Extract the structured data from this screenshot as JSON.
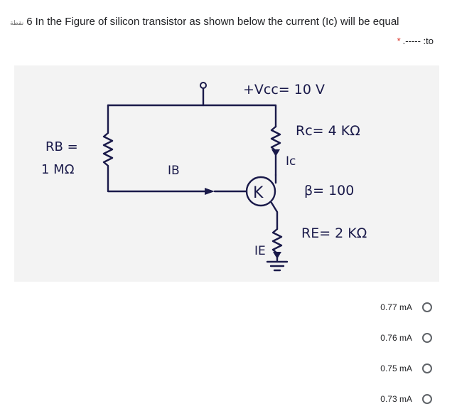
{
  "question": {
    "points_label": "نقطة",
    "number": "6",
    "text": "In the Figure of silicon transistor as shown below the current (Ic) will be equal",
    "required_marker": "*",
    "suffix": ".----- :to"
  },
  "figure": {
    "vcc_label": "+Vcc= 10 V",
    "rc_label": "Rc= 4 KΩ",
    "ic_label": "Ic",
    "rb_label_line1": "RB =",
    "rb_label_line2": "1 MΩ",
    "ib_label": "IB",
    "transistor_letter": "K",
    "beta_label": "β= 100",
    "re_label": "RE= 2 KΩ",
    "ie_label": "IE"
  },
  "options": [
    {
      "label": "0.77 mA",
      "selected": false
    },
    {
      "label": "0.76 mA",
      "selected": false
    },
    {
      "label": "0.75 mA",
      "selected": false
    },
    {
      "label": "0.73 mA",
      "selected": false
    }
  ],
  "colors": {
    "ink": "#1a1a4a",
    "figure_bg": "#f3f3f3",
    "required": "#d93025"
  }
}
